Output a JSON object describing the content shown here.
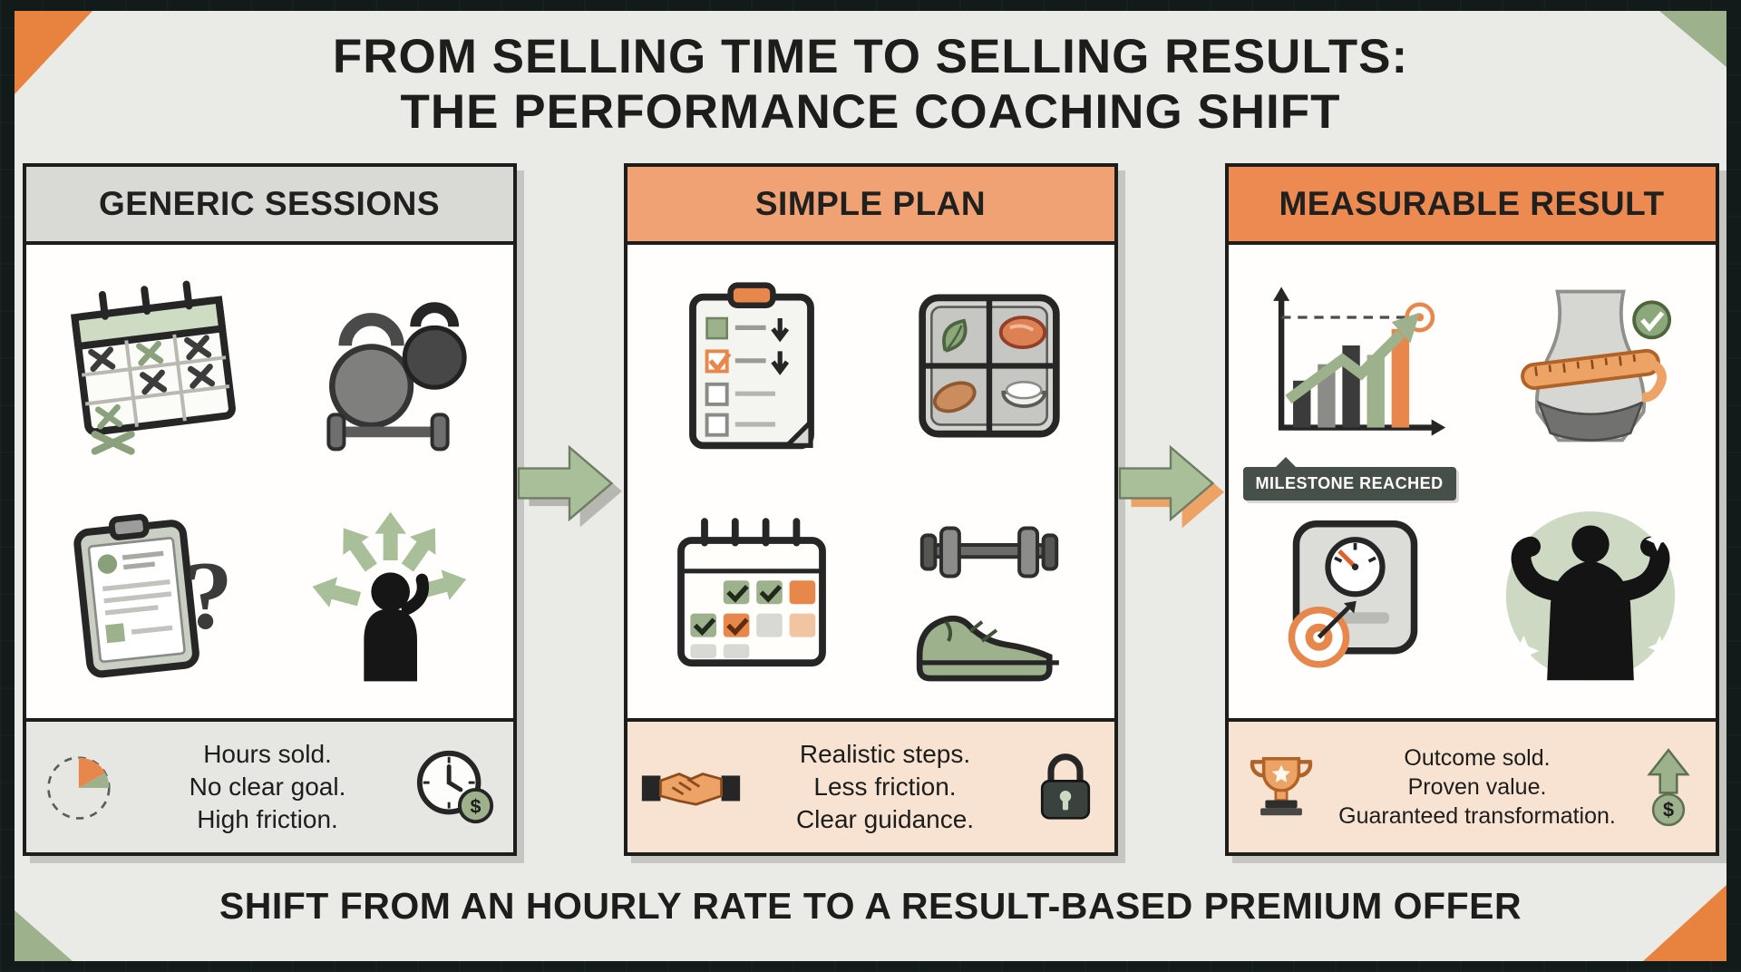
{
  "page": {
    "title_line1": "FROM SELLING TIME TO SELLING RESULTS:",
    "title_line2": "THE PERFORMANCE COACHING SHIFT",
    "footer_banner": "SHIFT FROM AN HOURLY RATE TO A RESULT-BASED PREMIUM OFFER"
  },
  "symbols": {
    "dollar": "$",
    "question": "?"
  },
  "colors": {
    "accent_orange": "#e8874b",
    "header_orange_light": "#f0a274",
    "header_orange_strong": "#ec8a52",
    "sage_green": "#9db18d",
    "dark_text": "#1d1d1b",
    "background_dark": "#121b19",
    "surface_light": "#eaeae7",
    "panel_gray_header": "#d9d9d6",
    "panel_gray_footer": "#e6e6e3",
    "panel_orange_footer": "#f8e3d2"
  },
  "panels": [
    {
      "id": "generic-sessions",
      "header": "GENERIC SESSIONS",
      "icons": [
        "calendar-x-icon",
        "kettlebells-icon",
        "clipboard-question-icon",
        "confused-person-icon"
      ],
      "footer": {
        "left_icon": "pie-chart-icon",
        "right_icon": "clock-dollar-icon",
        "lines": [
          "Hours sold.",
          "No clear goal.",
          "High friction."
        ]
      }
    },
    {
      "id": "simple-plan",
      "header": "SIMPLE PLAN",
      "icons": [
        "checklist-icon",
        "meal-tray-icon",
        "calendar-check-icon",
        "dumbbell-shoe-icon"
      ],
      "footer": {
        "left_icon": "handshake-icon",
        "right_icon": "padlock-icon",
        "lines": [
          "Realistic steps.",
          "Less friction.",
          "Clear guidance."
        ]
      }
    },
    {
      "id": "measurable-result",
      "header": "MEASURABLE RESULT",
      "badge": "MILESTONE REACHED",
      "icons": [
        "growth-chart-icon",
        "measuring-tape-icon",
        "scale-target-icon",
        "flexing-person-icon"
      ],
      "footer": {
        "left_icon": "trophy-icon",
        "right_icon": "money-growth-icon",
        "lines": [
          "Outcome sold.",
          "Proven value.",
          "Guaranteed transformation."
        ]
      }
    }
  ]
}
